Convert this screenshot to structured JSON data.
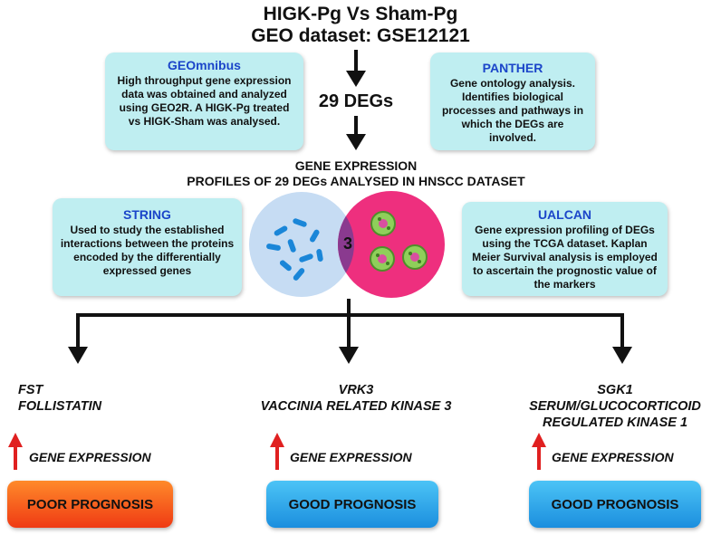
{
  "header": {
    "line1": "HIGK-Pg Vs Sham-Pg",
    "line2": "GEO dataset: GSE12121"
  },
  "geomnibus": {
    "title": "GEOmnibus",
    "text": "High throughput gene expression data was obtained and analyzed using GEO2R. A HIGK-Pg treated vs HIGK-Sham was analysed."
  },
  "panther": {
    "title": "PANTHER",
    "text": "Gene ontology analysis. Identifies biological processes and pathways  in which the DEGs are involved."
  },
  "degs_label": "29 DEGs",
  "profiles": {
    "line1": "GENE EXPRESSION",
    "line2": "PROFILES OF 29 DEGs ANALYSED IN HNSCC DATASET"
  },
  "string": {
    "title": "STRING",
    "text": "Used to study the established interactions between the proteins encoded by the differentially expressed genes"
  },
  "ualcan": {
    "title": "UALCAN",
    "text": "Gene expression profiling of DEGs using the TCGA dataset. Kaplan Meier Survival analysis is employed to ascertain the prognostic value of the markers"
  },
  "venn": {
    "overlap": "3",
    "left_color": "#c6dcf3",
    "right_color": "#ee2f7e",
    "overlap_color": "#8a3a8f"
  },
  "genes": [
    {
      "symbol": "FST",
      "name": "FOLLISTATIN",
      "expression": "GENE EXPRESSION",
      "prognosis": "POOR PROGNOSIS"
    },
    {
      "symbol": "VRK3",
      "name": "VACCINIA RELATED KINASE 3",
      "expression": "GENE EXPRESSION",
      "prognosis": "GOOD PROGNOSIS"
    },
    {
      "symbol": "SGK1",
      "name": "SERUM/GLUCOCORTICOID REGULATED KINASE 1",
      "expression": "GENE EXPRESSION",
      "prognosis": "GOOD PROGNOSIS"
    }
  ],
  "colors": {
    "box_bg": "#bfeef1",
    "heading_blue": "#1b45c9",
    "up_arrow_red": "#e02020",
    "poor_prognosis": "#ef3a14",
    "good_prognosis": "#1b8ede"
  },
  "icons": [
    "down-arrow-icon",
    "up-arrow-icon",
    "bacteria-icon",
    "cancer-cell-icon"
  ]
}
